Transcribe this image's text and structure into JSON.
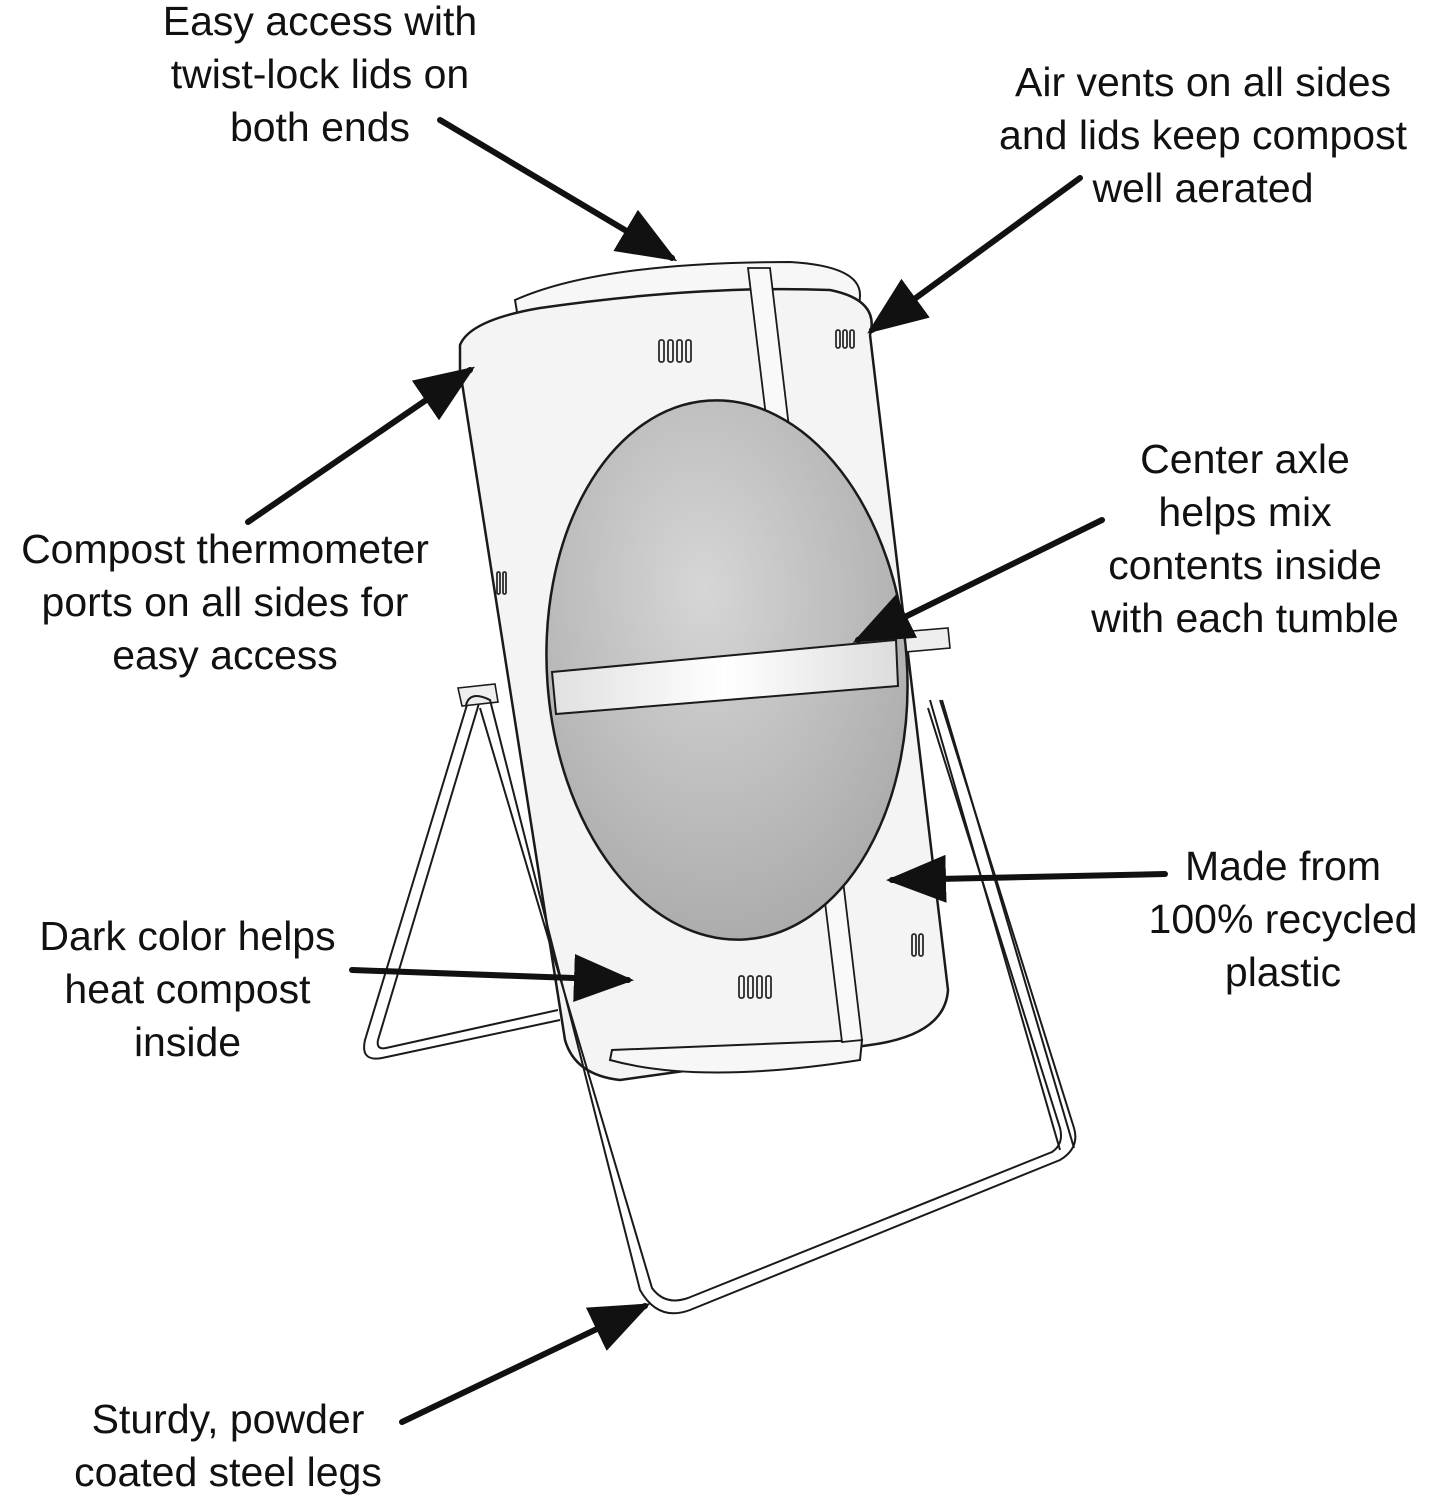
{
  "colors": {
    "ink": "#111111",
    "outline": "#1a1a1a",
    "bin_fill": "#f4f4f4",
    "disc_fill": "#bdbdbd",
    "frame": "#e8e8e8"
  },
  "callouts": [
    {
      "id": "lids",
      "lines": [
        "Easy access with",
        "twist-lock lids on",
        "both ends"
      ]
    },
    {
      "id": "vents",
      "lines": [
        "Air vents on all sides",
        "and lids keep compost",
        "well aerated"
      ]
    },
    {
      "id": "thermometer",
      "lines": [
        "Compost thermometer",
        "ports on all sides for",
        "easy access"
      ]
    },
    {
      "id": "axle",
      "lines": [
        "Center axle",
        "helps mix",
        "contents inside",
        "with each tumble"
      ]
    },
    {
      "id": "recycled",
      "lines": [
        "Made from",
        "100% recycled",
        "plastic"
      ]
    },
    {
      "id": "dark_color",
      "lines": [
        "Dark color helps",
        "heat compost",
        "inside"
      ]
    },
    {
      "id": "legs",
      "lines": [
        "Sturdy, powder",
        "coated steel legs"
      ]
    }
  ]
}
